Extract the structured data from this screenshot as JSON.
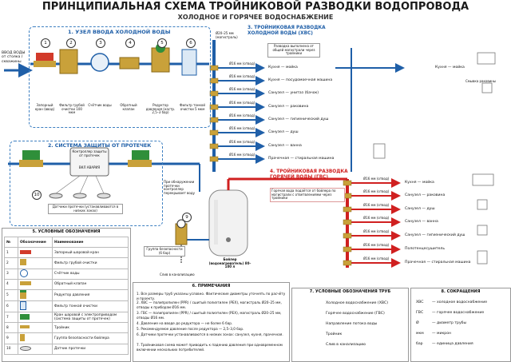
{
  "title": "ПРИНЦИПИАЛЬНАЯ СХЕМА ТРОЙНИКОВОЙ РАЗВОДКИ ВОДОПРОВОДА",
  "subtitle": "ХОЛОДНОЕ И ГОРЯЧЕЕ ВОДОСНАБЖЕНИЕ",
  "inlet_label": "ВВОД ВОДЫ от стояка / скважины",
  "section1": {
    "title": "1. УЗЕЛ ВВОДА ХОЛОДНОЙ ВОДЫ",
    "items": [
      {
        "num": "1",
        "label": "Запорный кран (ввод)"
      },
      {
        "num": "2",
        "label": "Фильтр грубой очистки 100 мкм"
      },
      {
        "num": "3",
        "label": "Счётчик воды"
      },
      {
        "num": "4",
        "label": "Обратный клапан"
      },
      {
        "num": "5",
        "label": "Редуктор давления (настр. 2,5–3 бар)"
      },
      {
        "num": "6",
        "label": "Фильтр тонкой очистки 5 мкм"
      }
    ]
  },
  "section2": {
    "title": "2. СИСТЕМА ЗАЩИТЫ ОТ ПРОТЕЧЕК",
    "controller_label": "Контроллер защиты от протечек",
    "controller_status": "ВКЛ   АВАРИЯ",
    "note": "При обнаружении протечки контроллер перекрывает воду",
    "sensor_num": "10",
    "sensor_label": "Датчики протечки (устанавливаются в низких зонах)"
  },
  "section3": {
    "title": "3. ТРОЙНИКОВАЯ РАЗВОДКА ХОЛОДНОЙ ВОДЫ (ХВС)",
    "main_pipe": "Ø20–25 мм (магистраль)",
    "note": "Разводка выполнена от общей магистрали через тройники",
    "branches": [
      {
        "pipe": "Ø16 мм (отвод)",
        "label": "Кухня — мойка"
      },
      {
        "pipe": "Ø16 мм (отвод)",
        "label": "Кухня — посудомоечная машина"
      },
      {
        "pipe": "Ø16 мм (отвод)",
        "label": "Санузел — унитаз (бачок)"
      },
      {
        "pipe": "Ø16 мм (отвод)",
        "label": "Санузел — раковина"
      },
      {
        "pipe": "Ø16 мм (отвод)",
        "label": "Санузел — гигиенический душ"
      },
      {
        "pipe": "Ø16 мм (отвод)",
        "label": "Санузел — душ"
      },
      {
        "pipe": "Ø16 мм (отвод)",
        "label": "Санузел — ванна"
      },
      {
        "pipe": "Ø16 мм (отвод)",
        "label": "Прачечная — стиральная машина"
      }
    ],
    "far_label": "Кухня — мойка",
    "sink_label": "Смывка раковины"
  },
  "section4": {
    "title": "4. ТРОЙНИКОВАЯ РАЗВОДКА ГОРЯЧЕЙ ВОДЫ (ГВС)",
    "note": "Горячая вода подаётся от бойлера по магистрали с ответвлениями через тройники",
    "branches": [
      {
        "pipe": "Ø16 мм (отвод)",
        "label": "Кухня — мойка"
      },
      {
        "pipe": "Ø16 мм (отвод)",
        "label": "Санузел — раковина"
      },
      {
        "pipe": "Ø16 мм (отвод)",
        "label": "Санузел — душ"
      },
      {
        "pipe": "Ø16 мм (отвод)",
        "label": "Санузел — ванна"
      },
      {
        "pipe": "Ø16 мм (отвод)",
        "label": "Санузел — гигиенический душ"
      },
      {
        "pipe": "Ø16 мм (отвод)",
        "label": "Полотенцесушитель"
      },
      {
        "pipe": "Ø16 мм (отвод)",
        "label": "Прачечная — стиральная машина"
      }
    ]
  },
  "boiler": {
    "num": "9",
    "safety_label": "Группа безопасности (6 бар)",
    "drain_label": "Слив в канализацию",
    "label": "Бойлер (водонагреватель) 80–100 л"
  },
  "section5": {
    "title": "5. УСЛОВНЫЕ ОБОЗНАЧЕНИЯ",
    "col1": "№",
    "col2": "Обозначение",
    "col3": "Наименование",
    "rows": [
      {
        "num": "1",
        "name": "Запорный шаровой кран"
      },
      {
        "num": "2",
        "name": "Фильтр грубой очистки"
      },
      {
        "num": "3",
        "name": "Счётчик воды"
      },
      {
        "num": "4",
        "name": "Обратный клапан"
      },
      {
        "num": "5",
        "name": "Редуктор давления"
      },
      {
        "num": "6",
        "name": "Фильтр тонкой очистки"
      },
      {
        "num": "7",
        "name": "Кран шаровой с электроприводом (система защиты от протечек)"
      },
      {
        "num": "8",
        "name": "Тройник"
      },
      {
        "num": "9",
        "name": "Группа безопасности бойлера"
      },
      {
        "num": "10",
        "name": "Датчик протечки"
      }
    ]
  },
  "section6": {
    "title": "6. ПРИМЕЧАНИЯ",
    "notes": [
      "1. Все размеры труб указаны условно. Фактические диаметры уточнять по расчёту и проекту.",
      "2. ХВС — полипропилен (PPR) / сшитый полиэтилен (PEX), магистраль Ø20–25 мм, отводы к приборам Ø16 мм.",
      "3. ГВС — полипропилен (PPR) / сшитый полиэтилен (PEX), магистраль Ø20–25 мм, отводы Ø16 мм.",
      "4. Давление на вводе до редуктора — не более 6 бар.",
      "5. Рекомендуемое давление после редуктора — 2,5–3,0 бар.",
      "6. Датчики протечки устанавливаются в низких зонах: санузел, кухня, прачечная.",
      "7. Тройниковая схема может приводить к падению давления при одновременном включении нескольких потребителей."
    ]
  },
  "section7": {
    "title": "7. УСЛОВНЫЕ ОБОЗНАЧЕНИЯ ТРУБ",
    "items": [
      {
        "label": "Холодное водоснабжение (ХВС)",
        "color": "#1f5fa8"
      },
      {
        "label": "Горячее водоснабжение (ГВС)",
        "color": "#d02020"
      },
      {
        "label": "Направление потока воды",
        "color": "#1f5fa8"
      },
      {
        "label": "Тройник",
        "color": "#555555"
      },
      {
        "label": "Слив в канализацию",
        "color": "#555555"
      }
    ]
  },
  "section8": {
    "title": "8. СОКРАЩЕНИЯ",
    "items": [
      {
        "abbr": "ХВС",
        "text": "— холодное водоснабжение"
      },
      {
        "abbr": "ГВС",
        "text": "— горячее водоснабжение"
      },
      {
        "abbr": "Ø",
        "text": "— диаметр трубы"
      },
      {
        "abbr": "мкм",
        "text": "— микрон"
      },
      {
        "abbr": "бар",
        "text": "— единица давления"
      }
    ]
  },
  "colors": {
    "cold": "#1f5fa8",
    "hot": "#d02020",
    "brass": "#c9a13a",
    "green": "#2f8f3a"
  }
}
